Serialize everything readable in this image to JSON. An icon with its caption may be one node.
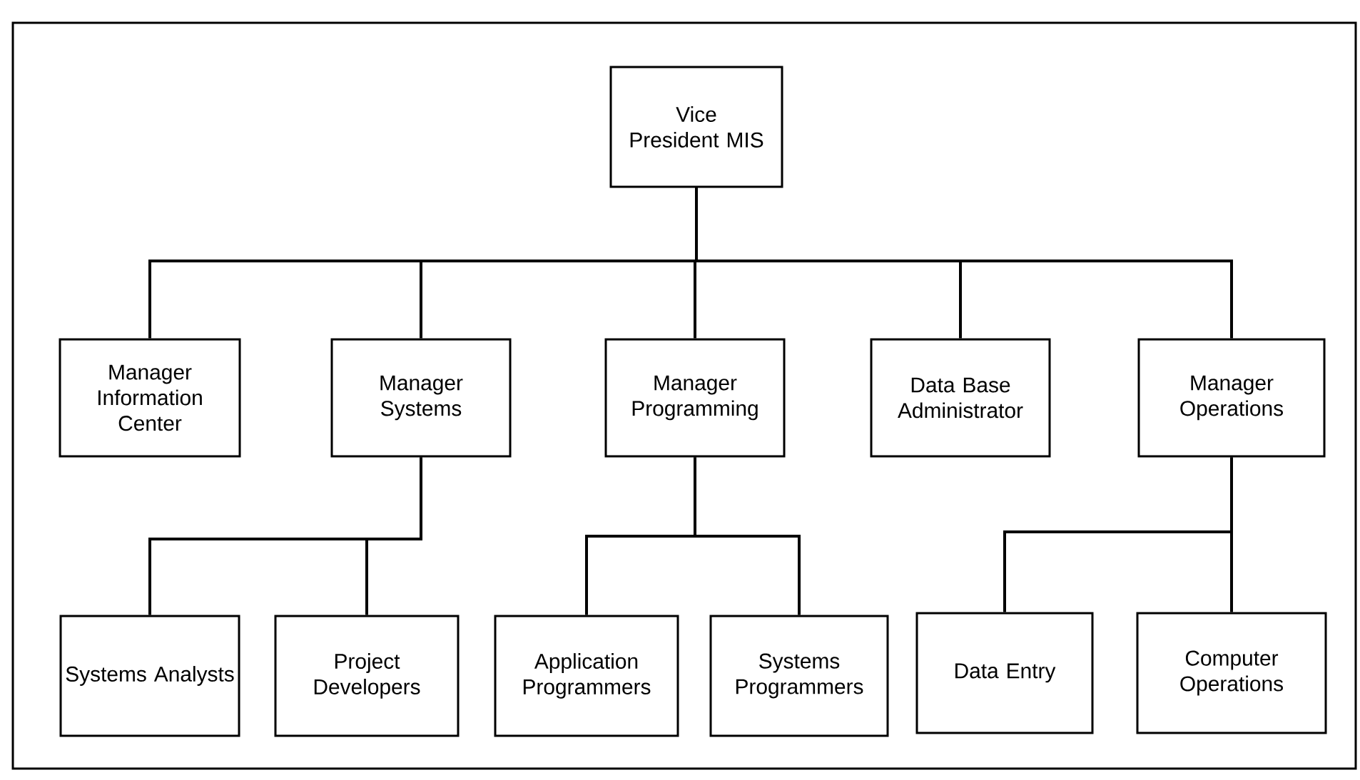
{
  "diagram": {
    "nodes": [
      {
        "text": [
          "Vice President MIS"
        ]
      },
      {
        "text": [
          "Manager Information Center"
        ]
      },
      {
        "text": [
          "Manager Systems"
        ]
      },
      {
        "text": [
          "Manager Programming"
        ]
      },
      {
        "text": [
          "Data Base Administrator"
        ]
      },
      {
        "text": [
          "Manager Operations"
        ]
      },
      {
        "text": [
          "Systems Analysts"
        ]
      },
      {
        "text": [
          "Project Developers"
        ]
      },
      {
        "text": [
          "Application Programmers"
        ]
      },
      {
        "text": [
          "Systems Programmers"
        ]
      },
      {
        "text": [
          "Data Entry"
        ]
      },
      {
        "text": [
          "Computer Operations"
        ]
      }
    ],
    "edges": [
      {
        "from": 0,
        "to": 1,
        "arrow": "none"
      },
      {
        "from": 0,
        "to": 2,
        "arrow": "none"
      },
      {
        "from": 0,
        "to": 3,
        "arrow": "none"
      },
      {
        "from": 0,
        "to": 4,
        "arrow": "none"
      },
      {
        "from": 0,
        "to": 5,
        "arrow": "none"
      },
      {
        "from": 2,
        "to": 6,
        "arrow": "none"
      },
      {
        "from": 2,
        "to": 7,
        "arrow": "none"
      },
      {
        "from": 3,
        "to": 8,
        "arrow": "none"
      },
      {
        "from": 3,
        "to": 9,
        "arrow": "none"
      },
      {
        "from": 5,
        "to": 10,
        "arrow": "none"
      },
      {
        "from": 5,
        "to": 11,
        "arrow": "none"
      }
    ]
  }
}
